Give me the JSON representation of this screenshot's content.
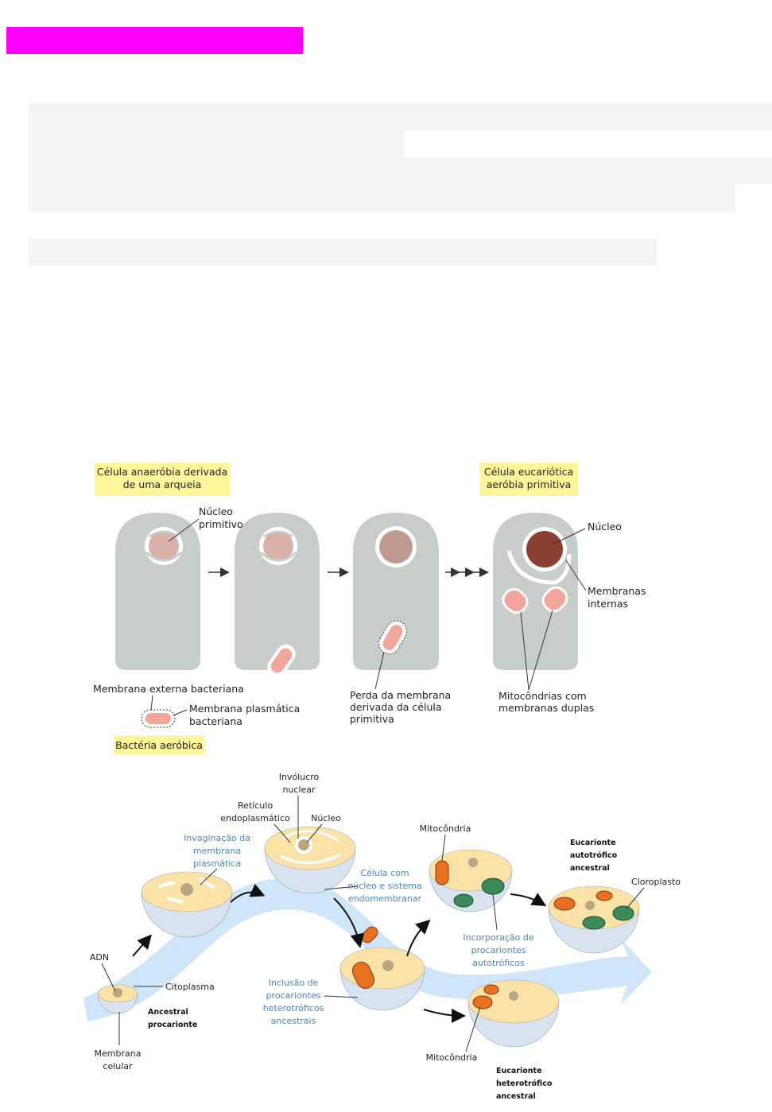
{
  "colors": {
    "highlight": "#ff00ff",
    "cell_grey": "#c9cdc9",
    "label_bg": "#fff59a",
    "flow_blue": "#cfe6f8",
    "cytoplasm": "#fbe3a8",
    "mito": "#e8711f",
    "chloro": "#3c8a5a"
  },
  "diagram1": {
    "box_anaerobic": [
      "Célula anaeróbia derivada",
      "de uma arqueia"
    ],
    "box_eukaryotic": [
      "Célula eucariótica",
      "aeróbia primitiva"
    ],
    "nucleo_primitivo": [
      "Núcleo",
      "primitivo"
    ],
    "nucleo": "Núcleo",
    "membranas_internas": [
      "Membranas",
      "internas"
    ],
    "membrana_externa": "Membrana externa bacteriana",
    "membrana_plasmatica": [
      "Membrana plasmática",
      "bacteriana"
    ],
    "bacteria_aerobica": "Bactéria aeróbica",
    "perda": [
      "Perda da membrana",
      "derivada da célula",
      "primitiva"
    ],
    "mitocondrias": [
      "Mitocôndrias com",
      "membranas duplas"
    ]
  },
  "diagram2": {
    "involucro": [
      "Invólucro",
      "nuclear"
    ],
    "reticulo": [
      "Retículo",
      "endoplasmático"
    ],
    "nucleo": "Núcleo",
    "invaginacao": [
      "Invaginação da",
      "membrana",
      "plasmática"
    ],
    "celula_com": [
      "Célula com",
      "núcleo e sistema",
      "endomembranar"
    ],
    "mitocondria_top": "Mitocôndria",
    "euc_auto": [
      "Eucarionte",
      "autotrófico",
      "ancestral"
    ],
    "cloroplasto": "Cloroplasto",
    "incorporacao": [
      "Incorporação de",
      "procariontes",
      "autotróficos"
    ],
    "adn": "ADN",
    "citoplasma": "Citoplasma",
    "ancestral_proc": [
      "Ancestral",
      "procarionte"
    ],
    "inclusao": [
      "Inclusão de",
      "procariontes",
      "heterotróficos",
      "ancestrais"
    ],
    "membrana_celular": [
      "Membrana",
      "celular"
    ],
    "mitocondria_bottom": "Mitocôndria",
    "euc_hetero": [
      "Eucarionte",
      "heterotrófico",
      "ancestral"
    ]
  }
}
